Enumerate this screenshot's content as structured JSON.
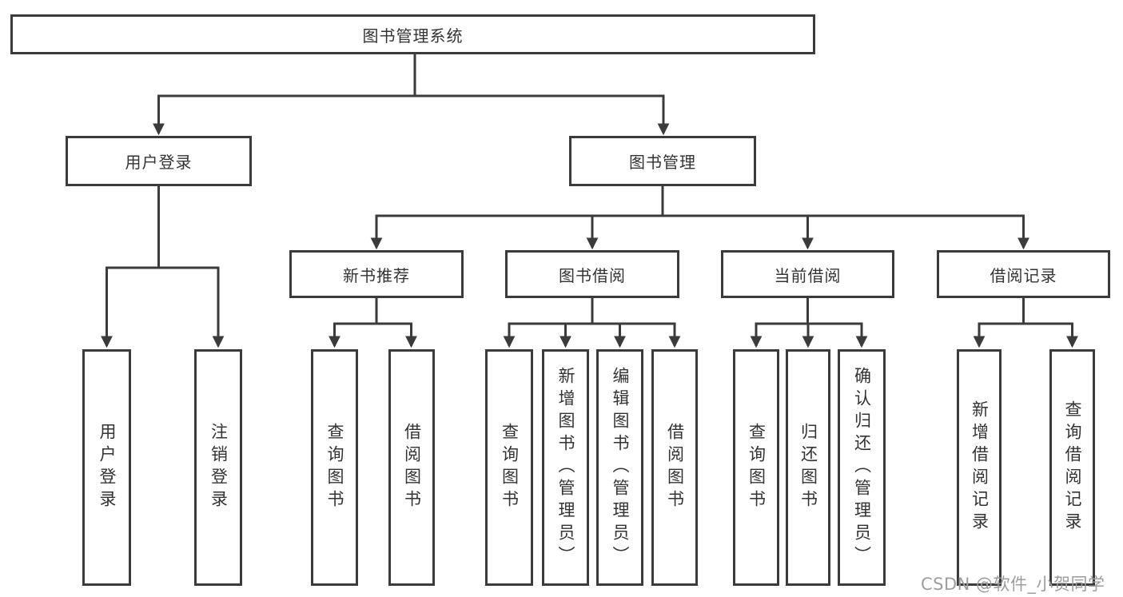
{
  "diagram_type": "hierarchy",
  "tree": {
    "label": "图书管理系统",
    "children": [
      {
        "label": "用户登录",
        "children": [
          {
            "label": "用户登录"
          },
          {
            "label": "注销登录"
          }
        ]
      },
      {
        "label": "图书管理",
        "children": [
          {
            "label": "新书推荐",
            "children": [
              {
                "label": "查询图书"
              },
              {
                "label": "借阅图书"
              }
            ]
          },
          {
            "label": "图书借阅",
            "children": [
              {
                "label": "查询图书"
              },
              {
                "label": "新增图书（管理员）"
              },
              {
                "label": "编辑图书（管理员）"
              },
              {
                "label": "借阅图书"
              }
            ]
          },
          {
            "label": "当前借阅",
            "children": [
              {
                "label": "查询图书"
              },
              {
                "label": "归还图书"
              },
              {
                "label": "确认归还（管理员）"
              }
            ]
          },
          {
            "label": "借阅记录",
            "children": [
              {
                "label": "新增借阅记录"
              },
              {
                "label": "查询借阅记录"
              }
            ]
          }
        ]
      }
    ]
  },
  "watermark": {
    "text": "CSDN @软件_小贺同学"
  },
  "colors": {
    "line": "#3b3b3b",
    "box_border": "#3b3b3b",
    "text": "#333333",
    "watermark": "#9d9d9d",
    "background": "#ffffff"
  }
}
